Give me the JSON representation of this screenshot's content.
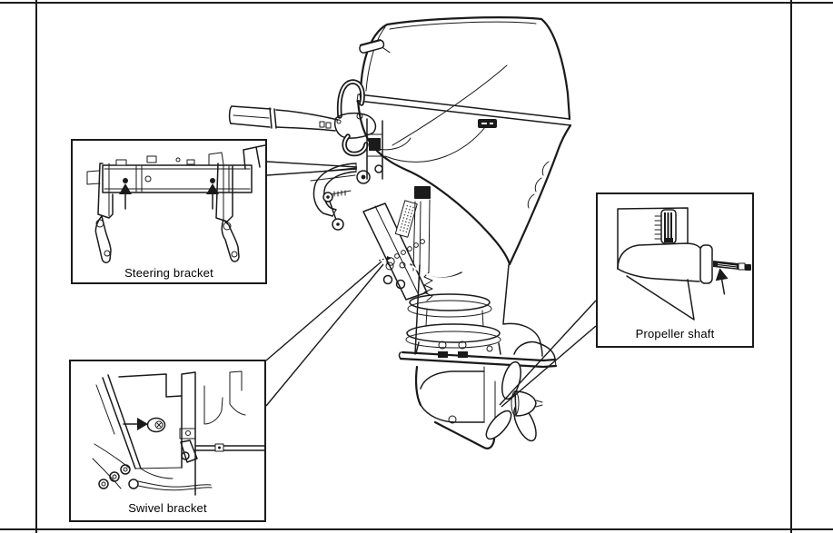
{
  "page": {
    "paper_color": "#ffffff",
    "ink_color": "#1a1a1a",
    "figure_type": "outboard motor line-art illustration with callout insets"
  },
  "callouts": [
    {
      "id": "steering-bracket",
      "label": "Steering bracket"
    },
    {
      "id": "swivel-bracket",
      "label": "Swivel bracket"
    },
    {
      "id": "propeller-shaft",
      "label": "Propeller shaft"
    }
  ]
}
